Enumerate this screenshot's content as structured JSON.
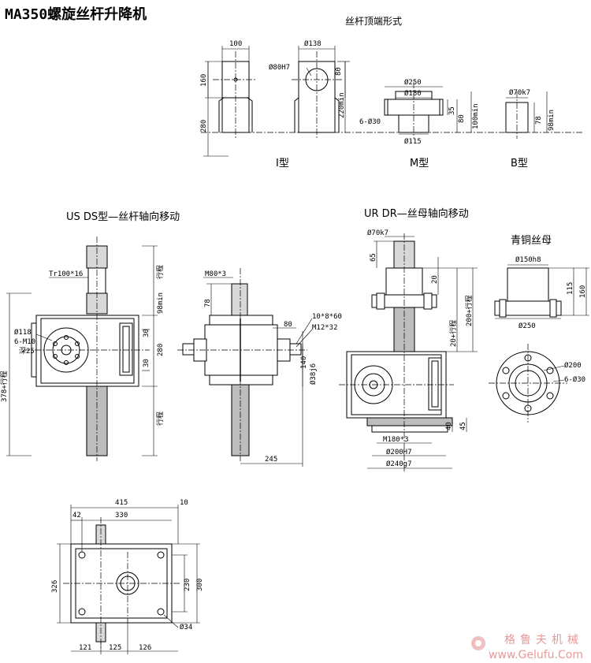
{
  "title": "MA350螺旋丝杆升降机",
  "sections": {
    "top_end": "丝杆顶端形式",
    "type_i": "I型",
    "type_m": "M型",
    "type_b": "B型",
    "us_ds": "US  DS型—丝杆轴向移动",
    "ur_dr": "UR DR—丝母轴向移动",
    "bronze_nut": "青铜丝母"
  },
  "dims": {
    "d100": "100",
    "d138": "Ø138",
    "d80h7": "Ø80H7",
    "d80": "80",
    "d160": "160",
    "d280": "280",
    "d220min": "220min",
    "d250": "Ø250",
    "d180": "Ø180",
    "d6_30": "6-Ø30",
    "d35": "35",
    "d80b": "80",
    "d100min": "100min",
    "d115": "Ø115",
    "d70k7": "Ø70k7",
    "d78": "78",
    "d98min": "98min",
    "tr": "Tr100*16",
    "stroke": "行程",
    "d98min2": "98min",
    "d118": "Ø118",
    "m10": "6-M10",
    "depth25": "深25",
    "d30a": "30",
    "d280b": "280",
    "d30b": "30",
    "d378": "378+行程",
    "m80": "M80*3",
    "d78b": "78",
    "d80c": "80",
    "key": "10*8*60",
    "m12": "M12*32",
    "d140": "140",
    "d38j6": "Ø38j6",
    "d245": "245",
    "d70k7b": "Ø70k7",
    "d65": "65",
    "d20": "20",
    "d200": "200+行程",
    "d20s": "20+行程",
    "m180": "M180*3",
    "d200h7": "Ø200H7",
    "d240g7": "Ø240g7",
    "d40": "40",
    "d45": "45",
    "d150h8": "Ø150h8",
    "d115b": "115",
    "d160b": "160",
    "d250b": "Ø250",
    "d200b": "Ø200",
    "d6_30b": "6-Ø30",
    "d415": "415",
    "d10": "10",
    "d42": "42",
    "d330": "330",
    "d326": "326",
    "d230": "230",
    "d300": "300",
    "d34": "Ø34",
    "d121": "121",
    "d125": "125",
    "d126": "126"
  },
  "watermark": {
    "cn": "格鲁夫机械",
    "url": "www.Gelufu.Com"
  }
}
